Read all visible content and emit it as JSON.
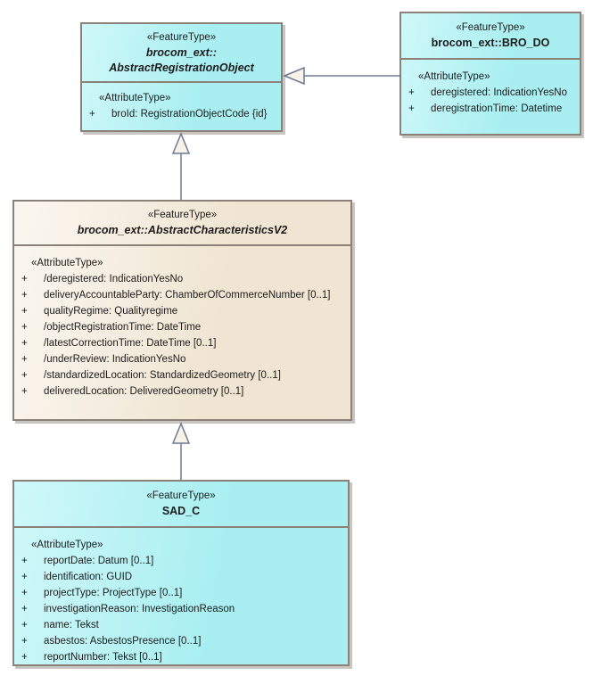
{
  "diagram": {
    "kind": "uml-class-diagram",
    "colors": {
      "class_fill_cyan": "#a9eff1",
      "class_fill_beige": "#f0e5d2",
      "box_border": "#8c8178",
      "connector_line": "#6b7a94",
      "generalization_arrow_fill": "#f8f2e7",
      "shadow": "#c9c6c2",
      "text": "#1c1c1c"
    },
    "classes": [
      {
        "stereotype": "«FeatureType»",
        "name_line1": "brocom_ext::",
        "name_line2": "AbstractRegistrationObject",
        "attr_stereotype": "«AttributeType»",
        "attributes": [
          {
            "vis": "+",
            "text": "broId: RegistrationObjectCode {id}"
          }
        ]
      },
      {
        "stereotype": "«FeatureType»",
        "name": "brocom_ext::BRO_DO",
        "attr_stereotype": "«AttributeType»",
        "attributes": [
          {
            "vis": "+",
            "text": "deregistered: IndicationYesNo"
          },
          {
            "vis": "+",
            "text": "deregistrationTime: Datetime"
          }
        ]
      },
      {
        "stereotype": "«FeatureType»",
        "name": "brocom_ext::AbstractCharacteristicsV2",
        "attr_stereotype": "«AttributeType»",
        "attributes": [
          {
            "vis": "+",
            "text": "/deregistered: IndicationYesNo"
          },
          {
            "vis": "+",
            "text": "deliveryAccountableParty: ChamberOfCommerceNumber [0..1]"
          },
          {
            "vis": "+",
            "text": "qualityRegime: Qualityregime"
          },
          {
            "vis": "+",
            "text": "/objectRegistrationTime: DateTime"
          },
          {
            "vis": "+",
            "text": "/latestCorrectionTime: DateTime [0..1]"
          },
          {
            "vis": "+",
            "text": "/underReview: IndicationYesNo"
          },
          {
            "vis": "+",
            "text": "/standardizedLocation: StandardizedGeometry [0..1]"
          },
          {
            "vis": "+",
            "text": "deliveredLocation: DeliveredGeometry [0..1]"
          }
        ]
      },
      {
        "stereotype": "«FeatureType»",
        "name": "SAD_C",
        "attr_stereotype": "«AttributeType»",
        "attributes": [
          {
            "vis": "+",
            "text": "reportDate: Datum [0..1]"
          },
          {
            "vis": "+",
            "text": "identification: GUID"
          },
          {
            "vis": "+",
            "text": "projectType: ProjectType [0..1]"
          },
          {
            "vis": "+",
            "text": "investigationReason: InvestigationReason"
          },
          {
            "vis": "+",
            "text": "name: Tekst"
          },
          {
            "vis": "+",
            "text": "asbestos: AsbestosPresence [0..1]"
          },
          {
            "vis": "+",
            "text": "reportNumber: Tekst [0..1]"
          }
        ]
      }
    ]
  }
}
